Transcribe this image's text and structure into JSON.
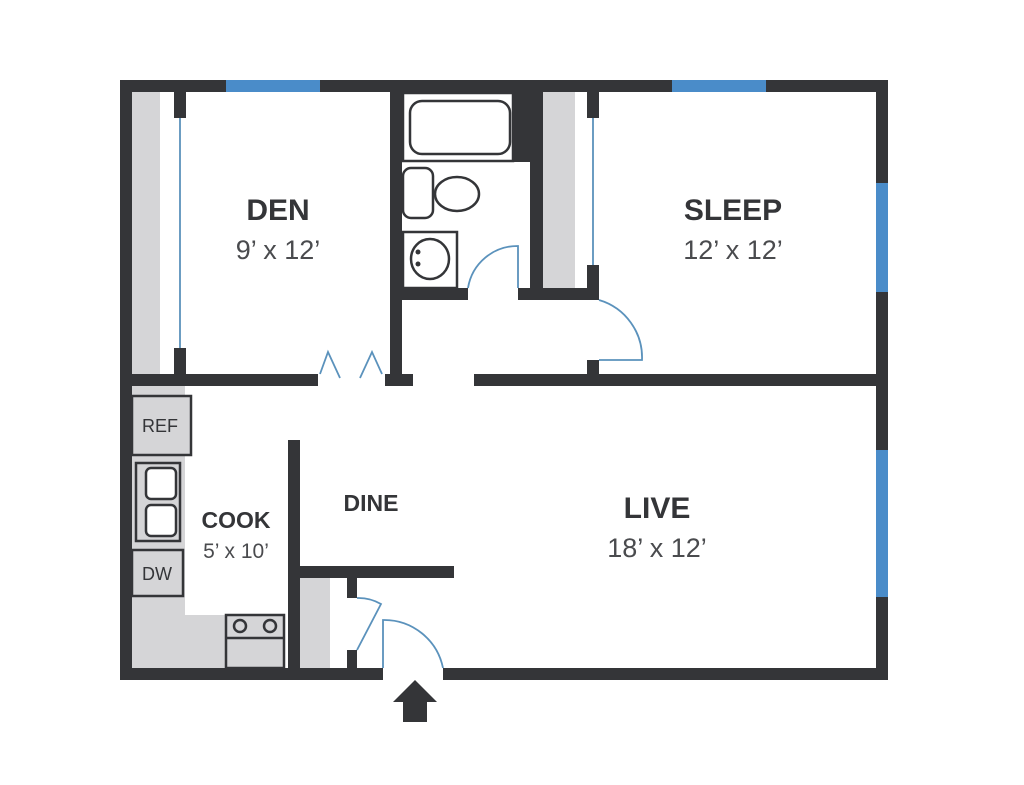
{
  "rooms": [
    {
      "name": "DEN",
      "size": "9’ x 12’"
    },
    {
      "name": "SLEEP",
      "size": "12’ x 12’"
    },
    {
      "name": "LIVE",
      "size": "18’ x 12’"
    },
    {
      "name": "DINE"
    },
    {
      "name": "COOK",
      "size": "5’ x 10’"
    }
  ],
  "appliances": {
    "refrigerator": "REF",
    "dishwasher": "DW"
  },
  "colors": {
    "wall": "#343538",
    "window": "#4a8cc9",
    "closet": "#d5d5d7",
    "door": "#5b92bc"
  }
}
